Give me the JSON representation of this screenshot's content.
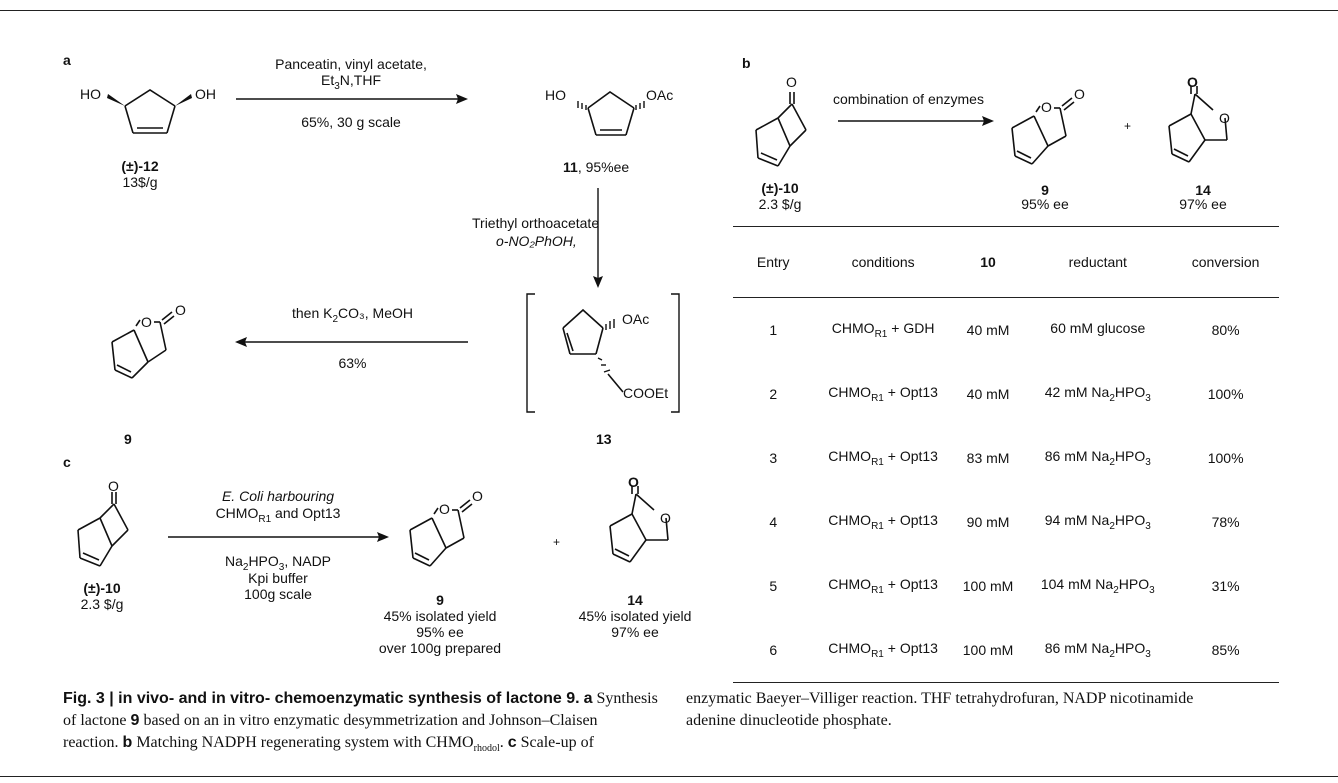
{
  "panel_a": {
    "label": "a",
    "start_name": "(±)-12",
    "start_price": "13$/g",
    "start_ho_left": "HO",
    "start_oh_right": "OH",
    "step1_line1": "Panceatin, vinyl acetate,",
    "step1_line2_pre": "Et",
    "step1_line2_sub": "3",
    "step1_line2_post": "N,THF",
    "step1_yield": "65%, 30 g scale",
    "prod11_ho": "HO",
    "prod11_oac": "OAc",
    "prod11_name": "11",
    "prod11_ee": ",  95%ee",
    "step2_line1": "Triethyl orthoacetate",
    "step2_line2": "o-NO₂PhOH,",
    "int13_oac": "OAc",
    "int13_cooet": "COOEt",
    "int13_name": "13",
    "step3_pre": "then K",
    "step3_sub": "2",
    "step3_post": "CO₃, MeOH",
    "step3_yield": "63%",
    "prod9_name": "9",
    "o_label": "O"
  },
  "panel_b": {
    "label": "b",
    "start_name": "(±)-10",
    "start_price": "2.3 $/g",
    "arrow_text": "combination of enzymes",
    "plus": "+",
    "p9_name": "9",
    "p9_ee": "95% ee",
    "p14_name": "14",
    "p14_ee": "97% ee",
    "o_label": "O",
    "table": {
      "headers": [
        "Entry",
        "conditions",
        "10",
        "reductant",
        "conversion"
      ],
      "rows": [
        {
          "entry": "1",
          "cond_pre": "CHMO",
          "cond_sub": "R1",
          "cond_post": " + GDH",
          "conc": "40 mM",
          "red_pre": "60 mM glucose",
          "red_sub": "",
          "conv": "80%"
        },
        {
          "entry": "2",
          "cond_pre": "CHMO",
          "cond_sub": "R1",
          "cond_post": " + Opt13",
          "conc": "40 mM",
          "red_pre": "42 mM Na",
          "red_sub": "2",
          "red_post": "HPO",
          "red_sub2": "3",
          "conv": "100%"
        },
        {
          "entry": "3",
          "cond_pre": "CHMO",
          "cond_sub": "R1",
          "cond_post": " + Opt13",
          "conc": "83 mM",
          "red_pre": "86 mM Na",
          "red_sub": "2",
          "red_post": "HPO",
          "red_sub2": "3",
          "conv": "100%"
        },
        {
          "entry": "4",
          "cond_pre": "CHMO",
          "cond_sub": "R1",
          "cond_post": " + Opt13",
          "conc": "90 mM",
          "red_pre": "94 mM Na",
          "red_sub": "2",
          "red_post": "HPO",
          "red_sub2": "3",
          "conv": "78%"
        },
        {
          "entry": "5",
          "cond_pre": "CHMO",
          "cond_sub": "R1",
          "cond_post": " + Opt13",
          "conc": "100 mM",
          "red_pre": "104 mM Na",
          "red_sub": "2",
          "red_post": "HPO",
          "red_sub2": "3",
          "conv": "31%"
        },
        {
          "entry": "6",
          "cond_pre": "CHMO",
          "cond_sub": "R1",
          "cond_post": " + Opt13",
          "conc": "100 mM",
          "red_pre": "86 mM Na",
          "red_sub": "2",
          "red_post": "HPO",
          "red_sub2": "3",
          "conv": "85%"
        }
      ]
    }
  },
  "panel_c": {
    "label": "c",
    "start_name": "(±)-10",
    "start_price": "2.3 $/g",
    "line1": "E. Coli harbouring",
    "line2_pre": "CHMO",
    "line2_sub": "R1",
    "line2_post": " and Opt13",
    "line3_pre": "Na",
    "line3_sub": "2",
    "line3_mid": "HPO",
    "line3_sub2": "3",
    "line3_post": ", NADP",
    "line4": "Kpi buffer",
    "line5": "100g scale",
    "plus": "+",
    "p9_name": "9",
    "p9_l1": "45% isolated yield",
    "p9_l2": "95% ee",
    "p9_l3": "over 100g prepared",
    "p14_name": "14",
    "p14_l1": "45% isolated yield",
    "p14_l2": "97% ee",
    "o_label": "O"
  },
  "caption": {
    "fig": "Fig. 3 | in vivo- and in vitro- chemoenzymatic synthesis of lactone 9.",
    "a_label": "a",
    "a_text_1": "Synthesis",
    "a_text_2": "of lactone",
    "a_num": "9",
    "a_text_3": "based on an in vitro enzymatic desymmetrization and Johnson–Claisen",
    "a_text_4": "reaction.",
    "b_label": "b",
    "b_text": "Matching NADPH regenerating system with CHMO",
    "b_sub": "rhodol",
    "b_dot": ".",
    "c_label": "c",
    "c_text": "Scale-up of",
    "right_line1": "enzymatic Baeyer–Villiger reaction. THF tetrahydrofuran, NADP nicotinamide",
    "right_line2": "adenine dinucleotide phosphate."
  }
}
